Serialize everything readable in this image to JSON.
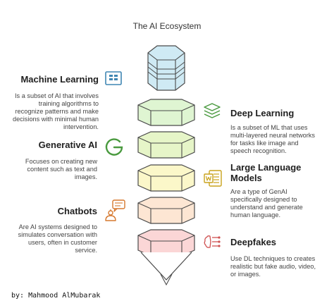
{
  "title": "The AI Ecosystem",
  "colors": {
    "ai": "#d6eef6",
    "deep_learning": "#dff5d2",
    "generative_ai": "#e6f5c8",
    "llm": "#fbf7c9",
    "chatbots": "#fde6d3",
    "deepfakes": "#fbd6d6",
    "icon_blue": "#3f86b3",
    "icon_green": "#4a9a3f",
    "icon_yellow": "#c9a21b",
    "icon_orange": "#d6782e",
    "icon_red": "#cf5252"
  },
  "sections": {
    "machine_learning": {
      "heading": "Machine Learning",
      "lines": [
        "Is a subset of AI that involves",
        "training algorithms to",
        "recognize patterns and make",
        "decisions with minimal human",
        "intervention."
      ],
      "icon": "table-icon"
    },
    "deep_learning": {
      "heading": "Deep Learning",
      "lines": [
        "Is a subset of ML that uses",
        "multi-layered neural networks",
        "for tasks like image and",
        "speech recognition."
      ],
      "icon": "layers-icon"
    },
    "generative_ai": {
      "heading": "Generative AI",
      "lines": [
        "Focuses on creating new",
        "content such as text and",
        "images."
      ],
      "icon": "google-icon"
    },
    "llm": {
      "heading_lines": [
        "Large Language",
        "Models"
      ],
      "lines": [
        "Are a type of GenAI",
        "specifically designed to",
        "understand and generate",
        "human language."
      ],
      "icon": "word-document-icon"
    },
    "chatbots": {
      "heading": "Chatbots",
      "lines": [
        "Are AI systems designed to",
        "simulates conversation with",
        "users, often in customer",
        "service."
      ],
      "icon": "chat-bot-icon"
    },
    "deepfakes": {
      "heading": "Deepfakes",
      "lines": [
        "Use DL techniques to creates",
        "realistic but fake audio, video,",
        "or images."
      ],
      "icon": "brain-icon"
    }
  },
  "footer": "by: Mahmood AlMubarak"
}
